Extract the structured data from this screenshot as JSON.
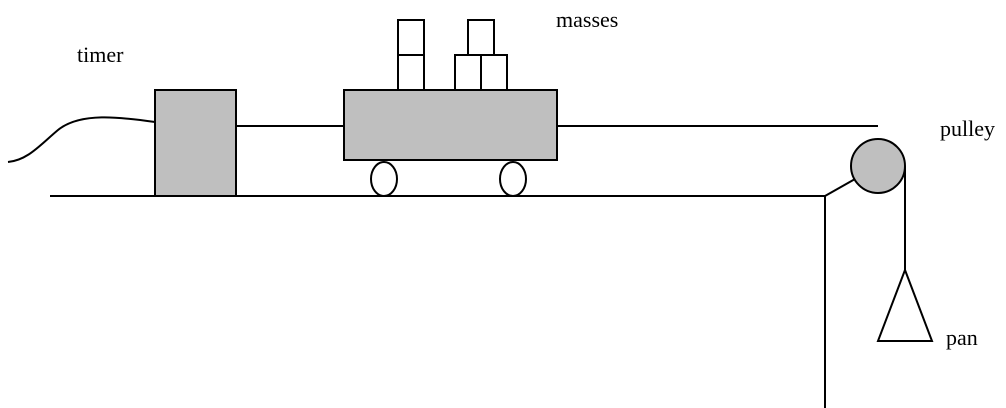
{
  "labels": {
    "timer": "timer",
    "masses": "masses",
    "pulley": "pulley",
    "pan": "pan"
  },
  "colors": {
    "line": "#000000",
    "fill_gray": "#bfbfbf",
    "background": "#ffffff"
  }
}
